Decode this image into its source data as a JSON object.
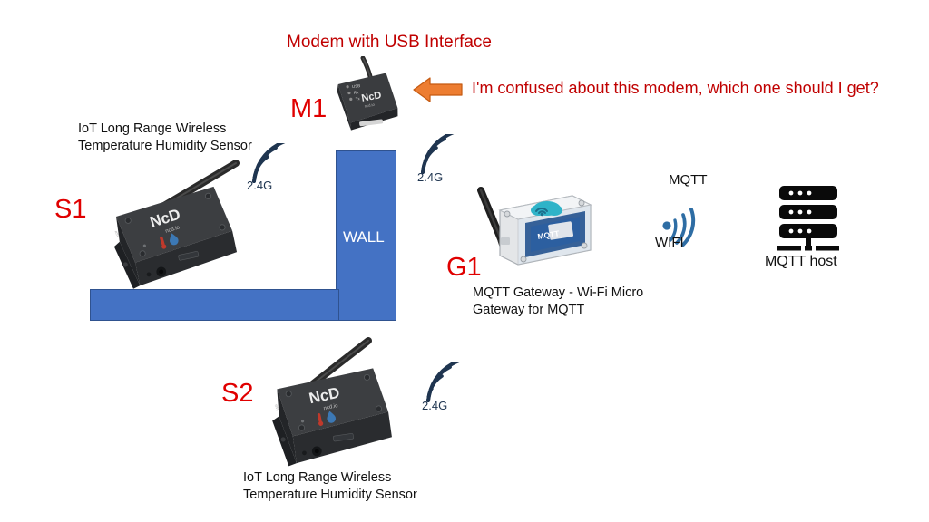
{
  "diagram": {
    "background_color": "#FFFFFF",
    "accent_red": "#C00000",
    "tag_red": "#E00000",
    "wall_blue": "#4472C4",
    "wall_border": "#2F528F",
    "arrow_orange": "#ED7D31",
    "wifi_blue": "#2E6DA4",
    "signal_navy": "#1F3550"
  },
  "modem": {
    "title": "Modem with USB Interface",
    "tag": "M1",
    "led_labels": [
      "USB",
      "Rx",
      "Tx"
    ],
    "brand": "NCD",
    "brand_sub": "ncd.io"
  },
  "annotation": {
    "arrow_icon": "left-arrow-icon",
    "question": "I'm confused about this modem, which one should I get?"
  },
  "sensor_1": {
    "tag": "S1",
    "caption_line1": "IoT Long Range Wireless",
    "caption_line2": "Temperature Humidity Sensor",
    "brand": "NCD",
    "brand_sub": "ncd.io",
    "signal": "2.4G"
  },
  "sensor_2": {
    "tag": "S2",
    "caption_line1": "IoT Long Range Wireless",
    "caption_line2": "Temperature Humidity Sensor",
    "brand": "NCD",
    "brand_sub": "ncd.io",
    "signal": "2.4G"
  },
  "wall": {
    "label": "WALL"
  },
  "wall_signal": {
    "signal": "2.4G"
  },
  "gateway": {
    "tag": "G1",
    "caption_line1": "MQTT Gateway - Wi-Fi Micro",
    "caption_line2": "Gateway for MQTT",
    "badge": "MQTT"
  },
  "wifi_link": {
    "protocol": "MQTT",
    "label": "WIFI"
  },
  "host": {
    "label": "MQTT host",
    "rack_units": 3,
    "leds_per_unit": 3
  }
}
